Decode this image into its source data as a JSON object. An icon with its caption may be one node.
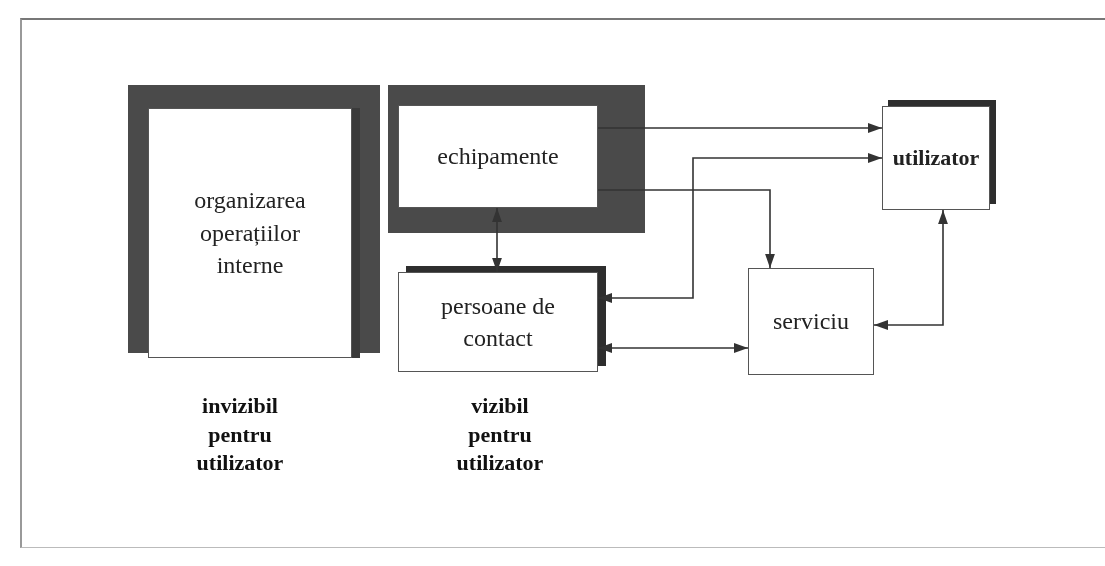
{
  "diagram": {
    "nodes": [
      {
        "text": [
          "organizarea operațiilor interne"
        ]
      },
      {
        "text": [
          "echipamente"
        ]
      },
      {
        "text": [
          "persoane de contact"
        ]
      },
      {
        "text": [
          "serviciu"
        ]
      },
      {
        "text": [
          "utilizator"
        ]
      }
    ],
    "edges": [
      {
        "from": 1,
        "to": 4,
        "arrow": "to"
      },
      {
        "from": 4,
        "to": 2,
        "arrow": "both"
      },
      {
        "from": 1,
        "to": 3,
        "arrow": "to"
      },
      {
        "from": 1,
        "to": 2,
        "arrow": "both"
      },
      {
        "from": 2,
        "to": 3,
        "arrow": "both"
      },
      {
        "from": 4,
        "to": 3,
        "arrow": "both"
      }
    ],
    "labels": [
      "invizibil pentru utilizator",
      "vizibil pentru utilizator"
    ]
  }
}
